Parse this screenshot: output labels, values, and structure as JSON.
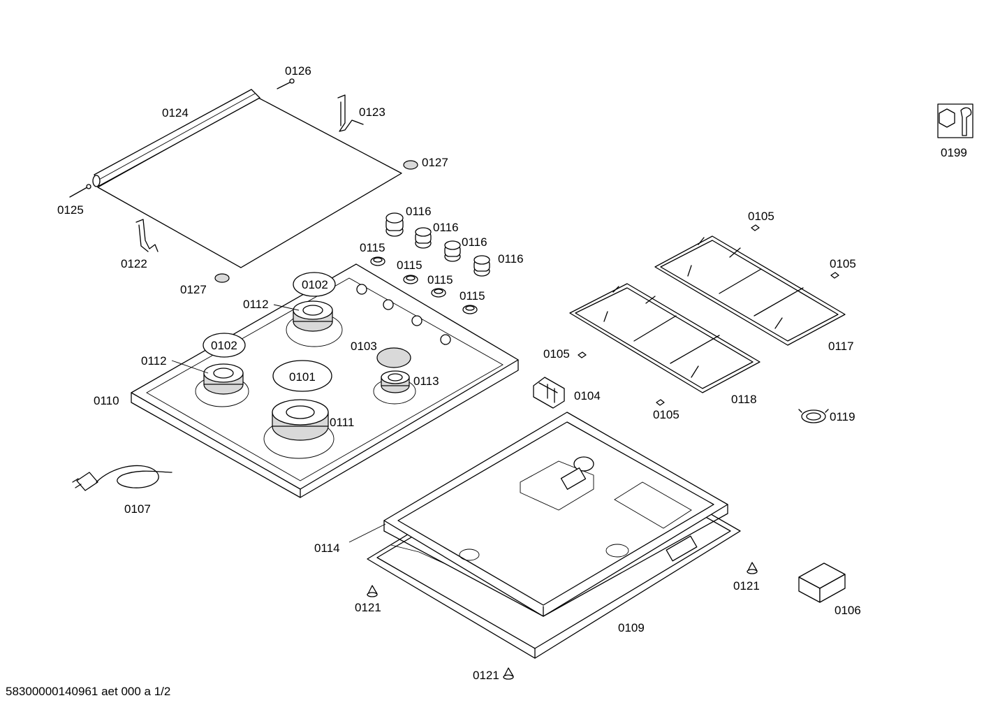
{
  "diagram": {
    "footer": "58300000140961 aet 000 a 1/2",
    "labels": {
      "p0126": "0126",
      "p0124": "0124",
      "p0123": "0123",
      "p0127a": "0127",
      "p0125": "0125",
      "p0122": "0122",
      "p0127b": "0127",
      "p0116a": "0116",
      "p0116b": "0116",
      "p0116c": "0116",
      "p0116d": "0116",
      "p0115a": "0115",
      "p0115b": "0115",
      "p0115c": "0115",
      "p0115d": "0115",
      "p0102a": "0102",
      "p0102b": "0102",
      "p0112a": "0112",
      "p0112b": "0112",
      "p0103": "0103",
      "p0101": "0101",
      "p0113": "0113",
      "p0110": "0110",
      "p0111": "0111",
      "p0107": "0107",
      "p0105a": "0105",
      "p0105b": "0105",
      "p0105c": "0105",
      "p0105d": "0105",
      "p0117": "0117",
      "p0118": "0118",
      "p0104": "0104",
      "p0119": "0119",
      "p0199": "0199",
      "p0114": "0114",
      "p0121a": "0121",
      "p0121b": "0121",
      "p0121c": "0121",
      "p0109": "0109",
      "p0106": "0106"
    }
  }
}
